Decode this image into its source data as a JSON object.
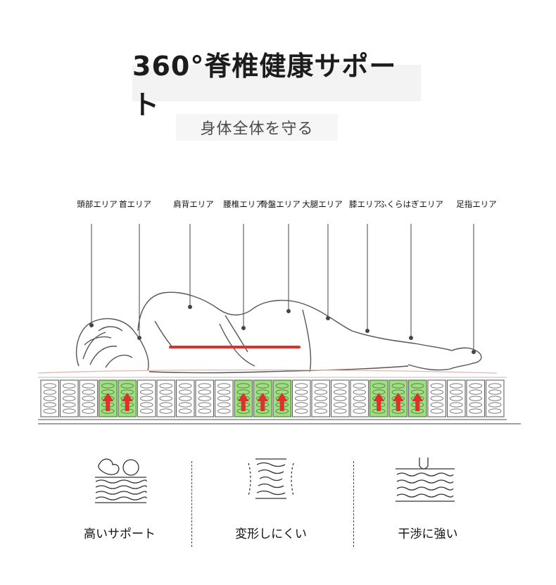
{
  "header": {
    "title": "360°脊椎健康サポート",
    "subtitle": "身体全体を守る"
  },
  "zones": [
    {
      "id": "head",
      "label": "頭部エリア"
    },
    {
      "id": "neck",
      "label": "首エリア"
    },
    {
      "id": "shoulder",
      "label": "肩背エリア"
    },
    {
      "id": "waist",
      "label": "腰椎エリア"
    },
    {
      "id": "pelvis",
      "label": "骨盤エリア"
    },
    {
      "id": "thigh",
      "label": "大腿エリア"
    },
    {
      "id": "knee",
      "label": "膝エリア"
    },
    {
      "id": "calf",
      "label": "ふくらはぎエリア"
    },
    {
      "id": "foot",
      "label": "足指エリア"
    }
  ],
  "features": [
    {
      "id": "high-support",
      "label": "高いサポート",
      "icon": "spring-support-icon"
    },
    {
      "id": "no-deform",
      "label": "変形しにくい",
      "icon": "spring-compress-icon"
    },
    {
      "id": "low-interference",
      "label": "干渉に強い",
      "icon": "spring-isolation-icon"
    }
  ],
  "colors": {
    "spine_line": "#e0302a",
    "support_zone": "#9be27a",
    "arrow": "#e0302a"
  }
}
